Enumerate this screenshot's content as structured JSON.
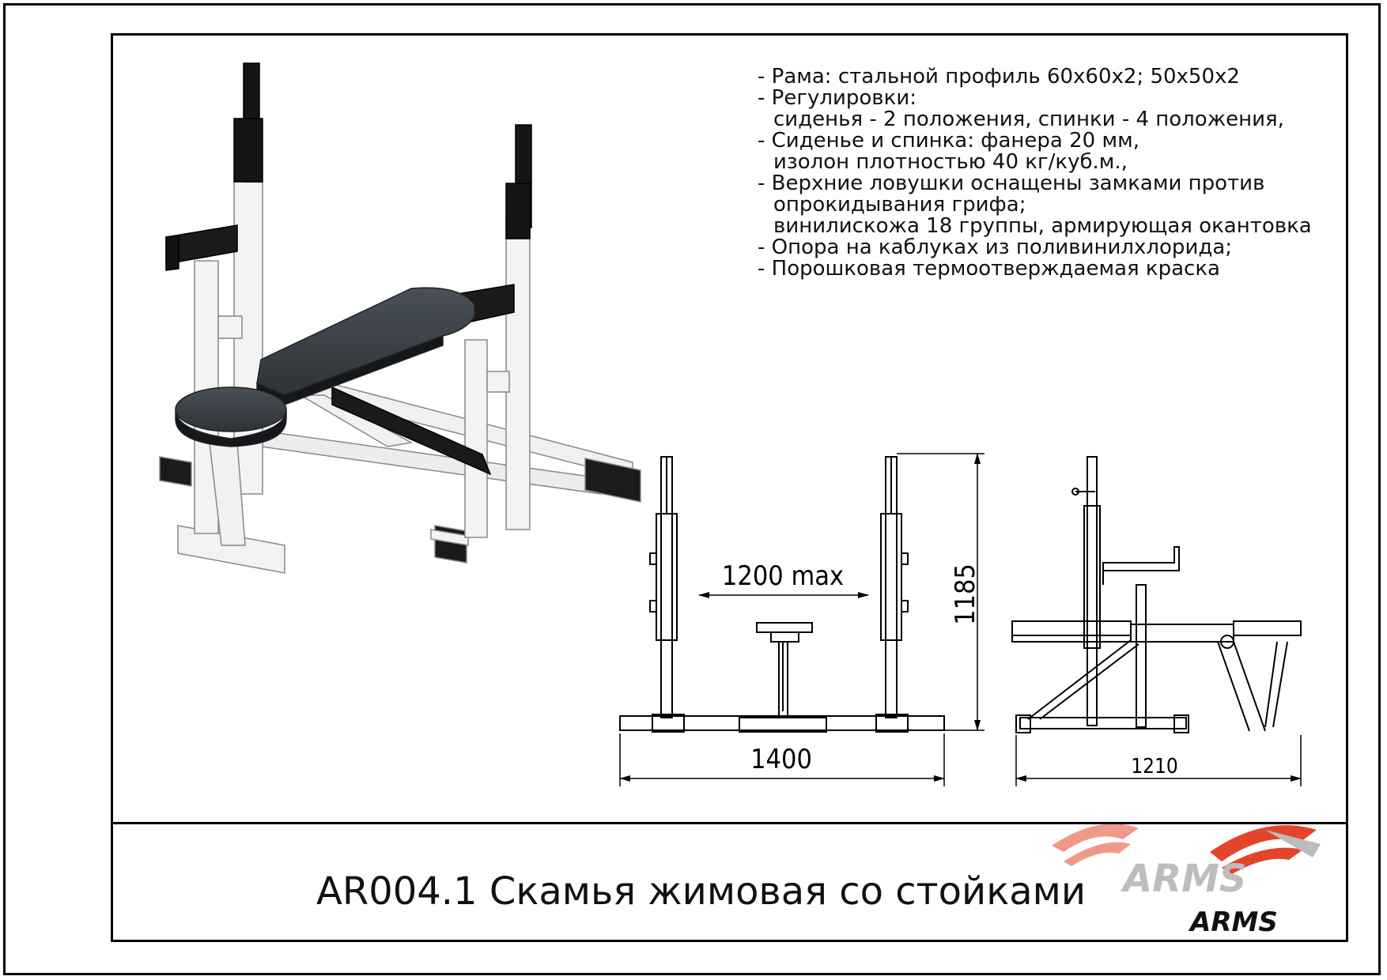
{
  "specs": {
    "line1": "- Рама: стальной профиль 60х60х2; 50х50х2",
    "line2": "- Регулировки:",
    "line3": "сиденья - 2 положения,  спинки - 4 положения,",
    "line4": "- Сиденье и спинка: фанера 20 мм,",
    "line5": "изолон плотностью 40 кг/куб.м.,",
    "line6": "- Верхние ловушки оснащены замками против",
    "line7": "опрокидывания грифа;",
    "line8": "винилискожа 18 группы, армирующая окантовка",
    "line9": "- Опора на каблуках из поливинилхлорида;",
    "line10": "- Порошковая термоотверждаемая краска"
  },
  "dimensions": {
    "inner_width": "1200 max",
    "height": "1185",
    "total_width": "1400",
    "depth": "1210"
  },
  "title": "AR004.1 Скамья жимовая со стойками",
  "brand": {
    "logo_text": "ARMS",
    "caption": "ARMS",
    "accent_color": "#e2452a"
  },
  "colors": {
    "frame": "#f3f3f5",
    "padding": "#3a3f45",
    "metal_dark": "#111111"
  }
}
